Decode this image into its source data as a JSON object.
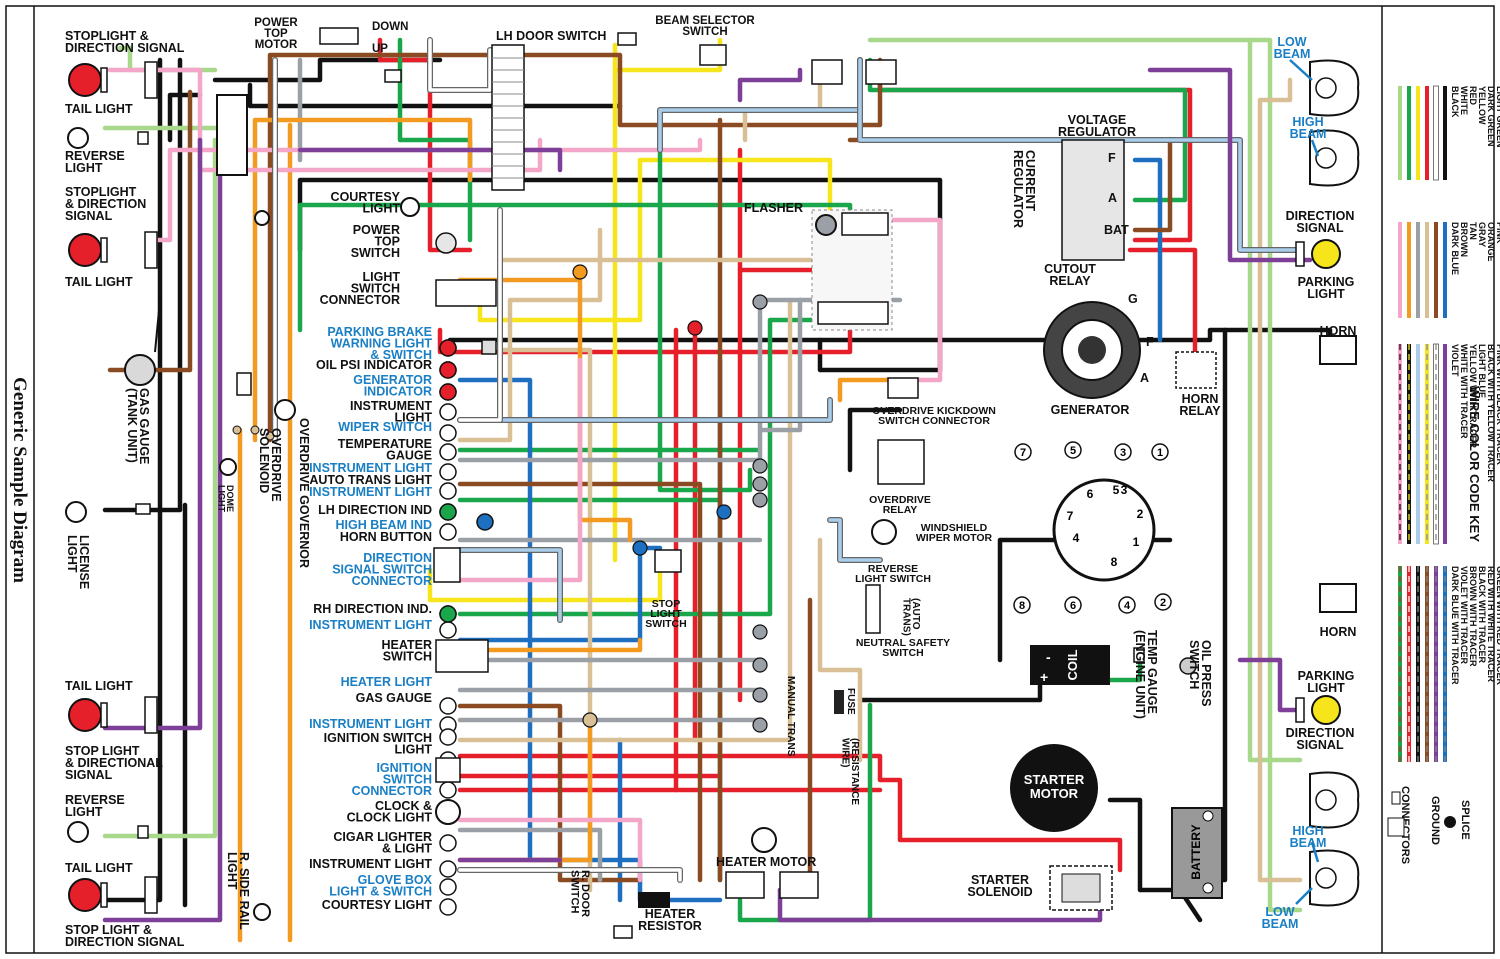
{
  "title": "Generic Sample Diagram",
  "colors": {
    "black": "#111111",
    "white": "#ffffff",
    "red": "#e5202a",
    "yellow": "#f7e51b",
    "dark_green": "#1aa64a",
    "light_green": "#a8d88a",
    "dark_blue": "#1f6fc1",
    "brown": "#8a4b22",
    "tan": "#d9bf95",
    "gray": "#9aa0a6",
    "orange": "#f39a21",
    "pink": "#f3a6c8",
    "light_blue": "#a9cdea",
    "violet": "#7e3f98",
    "accent_blue": "#1a7fc4"
  },
  "left_components": {
    "stoplight_1": "STOPLIGHT &\nDIRECTION SIGNAL",
    "tail_light_1": "TAIL LIGHT",
    "reverse_1": "REVERSE\nLIGHT",
    "stoplight_2": "STOPLIGHT\n& DIRECTION\nSIGNAL",
    "tail_light_2": "TAIL LIGHT",
    "gas_gauge_tank": "GAS GAUGE\n(TANK UNIT)",
    "license_light": "LICENSE\nLIGHT",
    "tail_light_3": "TAIL LIGHT",
    "stop_light_3": "STOP LIGHT\n& DIRECTIONAL\nSIGNAL",
    "reverse_2": "REVERSE\nLIGHT",
    "tail_light_4": "TAIL LIGHT",
    "stop_light_4": "STOP LIGHT &\nDIRECTION SIGNAL",
    "dome_light": "DOME\nLIGHT",
    "overdrive_governor": "OVERDRIVE GOVERNOR",
    "overdrive_solenoid": "OVERDRIVE\nSOLENOID",
    "r_side_rail_light": "R. SIDE RAIL\nLIGHT"
  },
  "top_labels": {
    "power_top_motor": "POWER\nTOP\nMOTOR",
    "down": "DOWN",
    "up": "UP",
    "lh_door_switch": "LH DOOR SWITCH",
    "beam_selector": "BEAM SELECTOR\nSWITCH",
    "flasher": "FLASHER"
  },
  "dash_labels": [
    {
      "text": "COURTESY\nLIGHT",
      "blue": false
    },
    {
      "text": "POWER\nTOP\nSWITCH",
      "blue": false
    },
    {
      "text": "LIGHT\nSWITCH\nCONNECTOR",
      "blue": false
    },
    {
      "text": "PARKING BRAKE\nWARNING LIGHT\n& SWITCH",
      "blue": true
    },
    {
      "text": "OIL PSI INDICATOR",
      "blue": false
    },
    {
      "text": "GENERATOR\nINDICATOR",
      "blue": true
    },
    {
      "text": "INSTRUMENT\nLIGHT",
      "blue": false
    },
    {
      "text": "WIPER SWITCH",
      "blue": true
    },
    {
      "text": "TEMPERATURE\nGAUGE",
      "blue": false
    },
    {
      "text": "INSTRUMENT LIGHT",
      "blue": true
    },
    {
      "text": "AUTO TRANS LIGHT",
      "blue": false
    },
    {
      "text": "INSTRUMENT LIGHT",
      "blue": true
    },
    {
      "text": "LH DIRECTION IND",
      "blue": false
    },
    {
      "text": "HIGH BEAM IND",
      "blue": true
    },
    {
      "text": "HORN BUTTON",
      "blue": false
    },
    {
      "text": "DIRECTION\nSIGNAL SWITCH\nCONNECTOR",
      "blue": true
    },
    {
      "text": "RH DIRECTION IND.",
      "blue": false
    },
    {
      "text": "INSTRUMENT LIGHT",
      "blue": true
    },
    {
      "text": "HEATER\nSWITCH",
      "blue": false
    },
    {
      "text": "HEATER LIGHT",
      "blue": true
    },
    {
      "text": "GAS GAUGE",
      "blue": false
    },
    {
      "text": "INSTRUMENT LIGHT",
      "blue": true
    },
    {
      "text": "IGNITION SWITCH\nLIGHT",
      "blue": false
    },
    {
      "text": "IGNITION\nSWITCH\nCONNECTOR",
      "blue": true
    },
    {
      "text": "CLOCK &\nCLOCK LIGHT",
      "blue": false
    },
    {
      "text": "CIGAR LIGHTER\n& LIGHT",
      "blue": false
    },
    {
      "text": "INSTRUMENT LIGHT",
      "blue": false
    },
    {
      "text": "GLOVE BOX\nLIGHT & SWITCH",
      "blue": true
    },
    {
      "text": "COURTESY LIGHT",
      "blue": false
    }
  ],
  "center_labels": {
    "stop_light_switch": "STOP\nLIGHT\nSWITCH",
    "overdrive_kickdown": "OVERDRIVE KICKDOWN\nSWITCH CONNECTOR",
    "overdrive_relay": "OVERDRIVE\nRELAY",
    "windshield_wiper": "WINDSHIELD\nWIPER MOTOR",
    "reverse_light_switch": "REVERSE\nLIGHT SWITCH",
    "auto_trans": "(AUTO\nTRANS)",
    "neutral_safety": "NEUTRAL SAFETY\nSWITCH",
    "fuse": "FUSE",
    "manual_trans": "MANUAL TRANS",
    "resistance_wire": "(RESISTANCE\nWIRE)",
    "heater_motor": "HEATER MOTOR",
    "heater_resistor": "HEATER\nRESISTOR",
    "r_door_switch": "R. DOOR\nSWITCH"
  },
  "right_labels": {
    "voltage_regulator": "VOLTAGE\nREGULATOR",
    "current_regulator": "CURRENT\nREGULATOR",
    "reg_f": "F",
    "reg_a": "A",
    "reg_bat": "BAT",
    "cutout_relay": "CUTOUT\nRELAY",
    "generator": "GENERATOR",
    "gen_g": "G",
    "gen_f": "F",
    "gen_a": "A",
    "horn_relay": "HORN\nRELAY",
    "coil": "COIL",
    "coil_minus": "-",
    "coil_plus": "+",
    "temp_gauge_engine": "TEMP GAUGE\n(ENGINE UNIT)",
    "oil_press_switch": "OIL PRESS\nSWITCH",
    "starter_motor": "STARTER\nMOTOR",
    "starter_solenoid": "STARTER\nSOLENOID",
    "battery": "BATTERY",
    "bat_neg": "-",
    "bat_pos": "+",
    "low_beam_top": "LOW\nBEAM",
    "high_beam_top": "HIGH\nBEAM",
    "direction_signal_top": "DIRECTION\nSIGNAL",
    "parking_light_top": "PARKING\nLIGHT",
    "horn_top": "HORN",
    "horn_bottom": "HORN",
    "parking_light_bottom": "PARKING\nLIGHT",
    "direction_signal_bottom": "DIRECTION\nSIGNAL",
    "high_beam_bottom": "HIGH\nBEAM",
    "low_beam_bottom": "LOW\nBEAM"
  },
  "distributor_numbers": [
    "1",
    "2",
    "3",
    "4",
    "5",
    "6",
    "7",
    "8"
  ],
  "key": {
    "title": "WIRE COLOR CODE KEY",
    "group1": [
      "BLACK",
      "WHITE",
      "RED",
      "YELLOW",
      "DARK GREEN",
      "LIGHT GREEN"
    ],
    "group2": [
      "DARK BLUE",
      "BROWN",
      "TAN",
      "GRAY",
      "ORANGE",
      "PINK"
    ],
    "group3": [
      "VIOLET",
      "WHITE WITH TRACER",
      "YELLOW WITH TRACER",
      "LIGHT BLUE",
      "BLACK WITH YELLOW TRACER",
      "PINK WITH BLACK TRACER"
    ],
    "group4": [
      "DARK BLUE WITH TRACER",
      "VIOLET WITH TRACER",
      "BROWN WITH TRACER",
      "BLACK WITH TRACER",
      "RED WITH WHITE TRACER",
      "GREEN WITH RED TRACER"
    ],
    "splice": "SPLICE",
    "ground": "GROUND",
    "connectors": "CONNECTORS"
  }
}
